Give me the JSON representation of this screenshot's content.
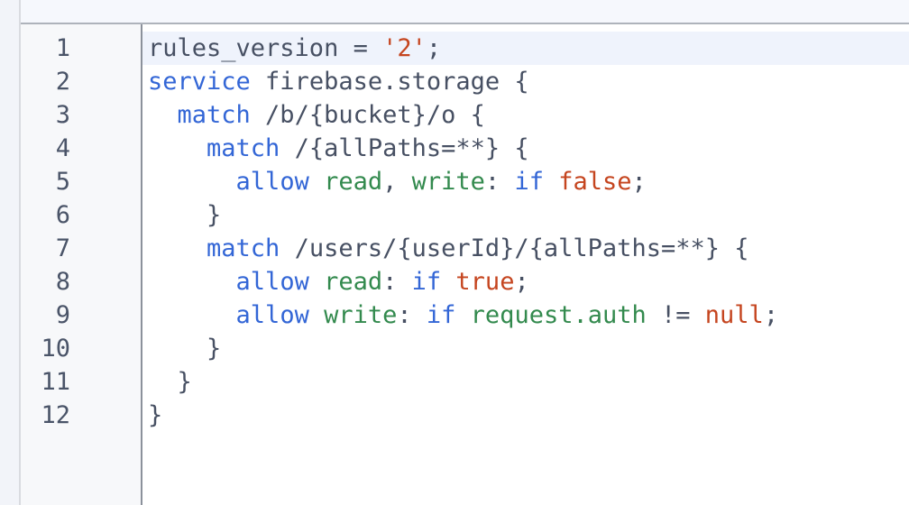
{
  "editor": {
    "language": "firebase-storage-rules",
    "active_line": 1,
    "ui_colors": {
      "strip_bg": "#f2f4f9",
      "strip_border": "#d9dbe0",
      "topbar_bg": "#f6f8fd",
      "topbar_border": "#aeb3bb",
      "gutter_bg": "#f7f8fa",
      "gutter_border": "#8b919b",
      "gutter_fg": "#4a5468",
      "code_bg": "#ffffff",
      "active_line_bg": "#eff3fc"
    },
    "token_colors": {
      "keyword": "#3366d6",
      "method": "#338a4e",
      "literal": "#c5451f",
      "plain": "#475063"
    },
    "lines": [
      {
        "number": 1,
        "segments": [
          {
            "text": "rules_version = ",
            "type": "plain"
          },
          {
            "text": "'2'",
            "type": "literal"
          },
          {
            "text": ";",
            "type": "plain"
          }
        ]
      },
      {
        "number": 2,
        "segments": [
          {
            "text": "service",
            "type": "keyword"
          },
          {
            "text": " firebase.storage {",
            "type": "plain"
          }
        ]
      },
      {
        "number": 3,
        "segments": [
          {
            "text": "  ",
            "type": "plain"
          },
          {
            "text": "match",
            "type": "keyword"
          },
          {
            "text": " /b/{bucket}/o {",
            "type": "plain"
          }
        ]
      },
      {
        "number": 4,
        "segments": [
          {
            "text": "    ",
            "type": "plain"
          },
          {
            "text": "match",
            "type": "keyword"
          },
          {
            "text": " /{allPaths=**} {",
            "type": "plain"
          }
        ]
      },
      {
        "number": 5,
        "segments": [
          {
            "text": "      ",
            "type": "plain"
          },
          {
            "text": "allow",
            "type": "keyword"
          },
          {
            "text": " ",
            "type": "plain"
          },
          {
            "text": "read",
            "type": "method"
          },
          {
            "text": ", ",
            "type": "plain"
          },
          {
            "text": "write",
            "type": "method"
          },
          {
            "text": ": ",
            "type": "plain"
          },
          {
            "text": "if",
            "type": "keyword"
          },
          {
            "text": " ",
            "type": "plain"
          },
          {
            "text": "false",
            "type": "literal"
          },
          {
            "text": ";",
            "type": "plain"
          }
        ]
      },
      {
        "number": 6,
        "segments": [
          {
            "text": "    }",
            "type": "plain"
          }
        ]
      },
      {
        "number": 7,
        "segments": [
          {
            "text": "    ",
            "type": "plain"
          },
          {
            "text": "match",
            "type": "keyword"
          },
          {
            "text": " /users/{userId}/{allPaths=**} {",
            "type": "plain"
          }
        ]
      },
      {
        "number": 8,
        "segments": [
          {
            "text": "      ",
            "type": "plain"
          },
          {
            "text": "allow",
            "type": "keyword"
          },
          {
            "text": " ",
            "type": "plain"
          },
          {
            "text": "read",
            "type": "method"
          },
          {
            "text": ": ",
            "type": "plain"
          },
          {
            "text": "if",
            "type": "keyword"
          },
          {
            "text": " ",
            "type": "plain"
          },
          {
            "text": "true",
            "type": "literal"
          },
          {
            "text": ";",
            "type": "plain"
          }
        ]
      },
      {
        "number": 9,
        "segments": [
          {
            "text": "      ",
            "type": "plain"
          },
          {
            "text": "allow",
            "type": "keyword"
          },
          {
            "text": " ",
            "type": "plain"
          },
          {
            "text": "write",
            "type": "method"
          },
          {
            "text": ": ",
            "type": "plain"
          },
          {
            "text": "if",
            "type": "keyword"
          },
          {
            "text": " ",
            "type": "plain"
          },
          {
            "text": "request.auth",
            "type": "method"
          },
          {
            "text": " != ",
            "type": "plain"
          },
          {
            "text": "null",
            "type": "literal"
          },
          {
            "text": ";",
            "type": "plain"
          }
        ]
      },
      {
        "number": 10,
        "segments": [
          {
            "text": "    }",
            "type": "plain"
          }
        ]
      },
      {
        "number": 11,
        "segments": [
          {
            "text": "  }",
            "type": "plain"
          }
        ]
      },
      {
        "number": 12,
        "segments": [
          {
            "text": "}",
            "type": "plain"
          }
        ]
      }
    ]
  }
}
